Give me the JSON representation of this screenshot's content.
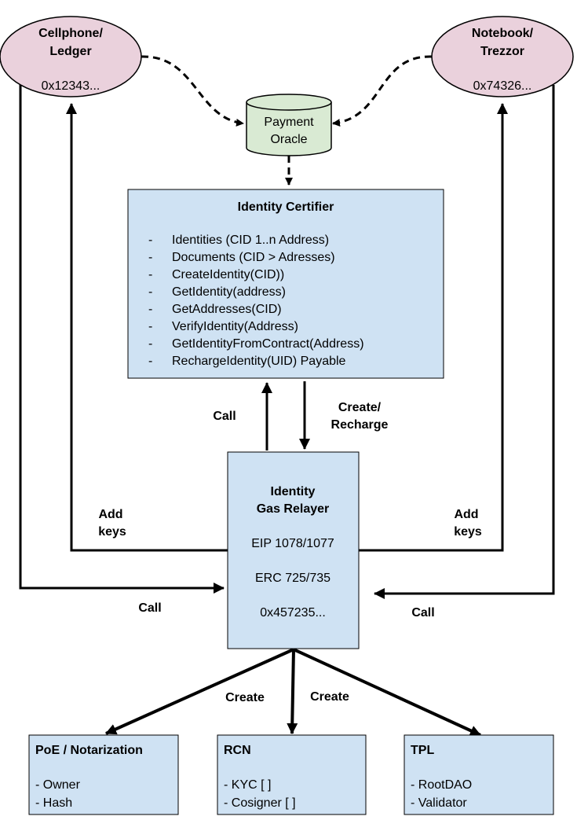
{
  "devices": {
    "left": {
      "title_line1": "Cellphone/",
      "title_line2": "Ledger",
      "address": "0x12343..."
    },
    "right": {
      "title_line1": "Notebook/",
      "title_line2": "Trezzor",
      "address": "0x74326..."
    }
  },
  "oracle": {
    "line1": "Payment",
    "line2": "Oracle"
  },
  "certifier": {
    "title": "Identity Certifier",
    "items": [
      "Identities (CID 1..n Address)",
      "Documents (CID > Adresses)",
      "CreateIdentity(CID))",
      "GetIdentity(address)",
      "GetAddresses(CID)",
      "VerifyIdentity(Address)",
      "GetIdentityFromContract(Address)",
      "RechargeIdentity(UID) Payable"
    ],
    "bullet": "-"
  },
  "relayer": {
    "title_line1": "Identity",
    "title_line2": "Gas Relayer",
    "eip": "EIP 1078/1077",
    "erc": "ERC 725/735",
    "address": "0x457235..."
  },
  "labels": {
    "call_up": "Call",
    "create_recharge_line1": "Create/",
    "create_recharge_line2": "Recharge",
    "add_keys_left_line1": "Add",
    "add_keys_left_line2": "keys",
    "add_keys_right_line1": "Add",
    "add_keys_right_line2": "keys",
    "call_left": "Call",
    "call_right": "Call",
    "create_left": "Create",
    "create_right": "Create"
  },
  "contracts": [
    {
      "title": "PoE / Notarization",
      "items": [
        "- Owner",
        "- Hash"
      ]
    },
    {
      "title": "RCN",
      "items": [
        "- KYC [ ]",
        "- Cosigner [ ]"
      ]
    },
    {
      "title": "TPL",
      "items": [
        "- RootDAO",
        "- Validator"
      ]
    }
  ],
  "colors": {
    "device_fill": "#ead1dc",
    "oracle_fill": "#d9ead3",
    "box_fill": "#cfe2f3",
    "stroke": "#000000"
  }
}
